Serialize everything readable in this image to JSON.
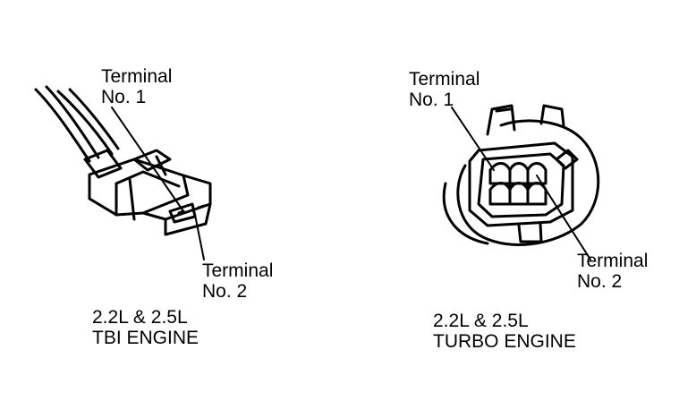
{
  "left": {
    "terminal1_line1": "Terminal",
    "terminal1_line2": "No. 1",
    "terminal2_line1": "Terminal",
    "terminal2_line2": "No. 2",
    "caption_line1": "2.2L & 2.5L",
    "caption_line2": "TBI ENGINE"
  },
  "right": {
    "terminal1_line1": "Terminal",
    "terminal1_line2": "No. 1",
    "terminal2_line1": "Terminal",
    "terminal2_line2": "No. 2",
    "caption_line1": "2.2L & 2.5L",
    "caption_line2": "TURBO ENGINE"
  }
}
